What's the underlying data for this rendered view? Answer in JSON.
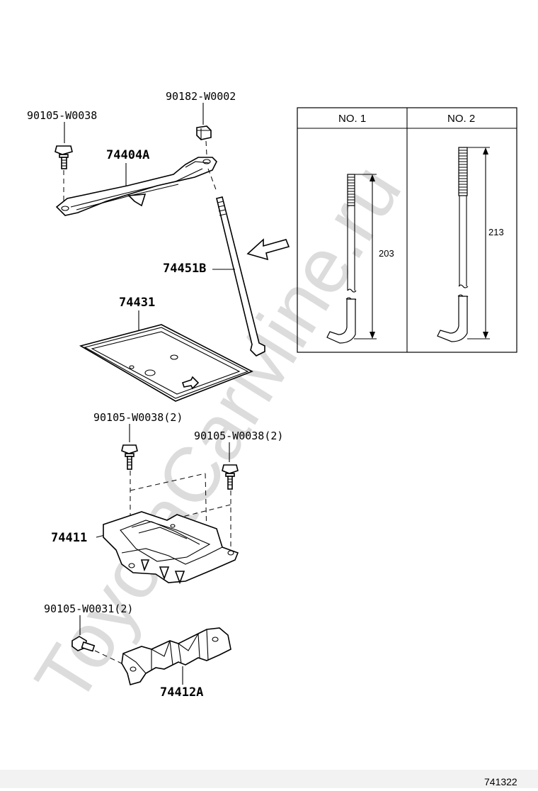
{
  "watermark": "ToyotaCarMine.ru",
  "figure_code": "741322",
  "parts": {
    "bolt_top_left": "90105-W0038",
    "nut_top": "90182-W0002",
    "clamp": "74404A",
    "rod": "74451B",
    "tray": "74431",
    "bolt_mid_left": "90105-W0038(2)",
    "bolt_mid_right": "90105-W0038(2)",
    "carrier": "74411",
    "bolt_bottom": "90105-W0031(2)",
    "bracket": "74412A"
  },
  "detail_table": {
    "headers": [
      "NO. 1",
      "NO. 2"
    ],
    "dimensions": [
      "203",
      "213"
    ]
  },
  "icons": [
    "bolt-icon",
    "nut-icon",
    "arrow-left-icon"
  ]
}
